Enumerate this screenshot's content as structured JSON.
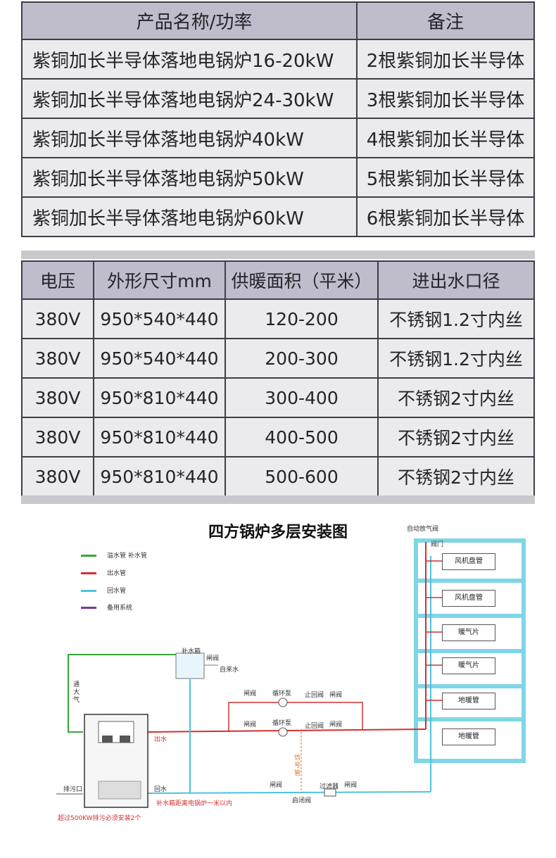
{
  "product_table": {
    "headers": [
      "产品名称/功率",
      "备注"
    ],
    "rows": [
      [
        "紫铜加长半导体落地电锅炉16-20kW",
        "2根紫铜加长半导体"
      ],
      [
        "紫铜加长半导体落地电锅炉24-30kW",
        "3根紫铜加长半导体"
      ],
      [
        "紫铜加长半导体落地电锅炉40kW",
        "4根紫铜加长半导体"
      ],
      [
        "紫铜加长半导体落地电锅炉50kW",
        "5根紫铜加长半导体"
      ],
      [
        "紫铜加长半导体落地电锅炉60kW",
        "6根紫铜加长半导体"
      ]
    ]
  },
  "spec_table": {
    "headers": [
      "电压",
      "外形尺寸mm",
      "供暖面积（平米）",
      "进出水口径"
    ],
    "rows": [
      [
        "380V",
        "950*540*440",
        "120-200",
        "不锈钢1.2寸内丝"
      ],
      [
        "380V",
        "950*540*440",
        "200-300",
        "不锈钢1.2寸内丝"
      ],
      [
        "380V",
        "950*810*440",
        "300-400",
        "不锈钢2寸内丝"
      ],
      [
        "380V",
        "950*810*440",
        "400-500",
        "不锈钢2寸内丝"
      ],
      [
        "380V",
        "950*810*440",
        "500-600",
        "不锈钢2寸内丝"
      ]
    ]
  },
  "diagram": {
    "title": "四方锅炉多层安装图",
    "legend": [
      {
        "label": "溢水管    补水管",
        "color": "#3aa53a"
      },
      {
        "label": "出水管",
        "color": "#d23030"
      },
      {
        "label": "回水管",
        "color": "#4dc3dc"
      },
      {
        "label": "备用系统",
        "color": "#7a3a9a"
      }
    ],
    "labels": {
      "auto_vent": "自动放气阀",
      "valve_door": "阀门",
      "makeup_tank": "补水箱",
      "gate_valve": "闸阀",
      "tap_water": "自来水",
      "vent_to_air": "通大气",
      "circ_pump": "循环泵",
      "check_valve": "止回阀",
      "outlet": "出水",
      "return": "回水",
      "drain": "排污口",
      "signal_pipe": "信号管",
      "filter": "过滤器",
      "open_close_valve": "启闭阀",
      "note_tank": "补水箱距离电锅炉一米以内",
      "note_drain": "超过500KW排污必须安装2个"
    },
    "devices": [
      "风机盘管",
      "风机盘管",
      "暖气片",
      "暖气片",
      "地暖管",
      "地暖管"
    ]
  }
}
